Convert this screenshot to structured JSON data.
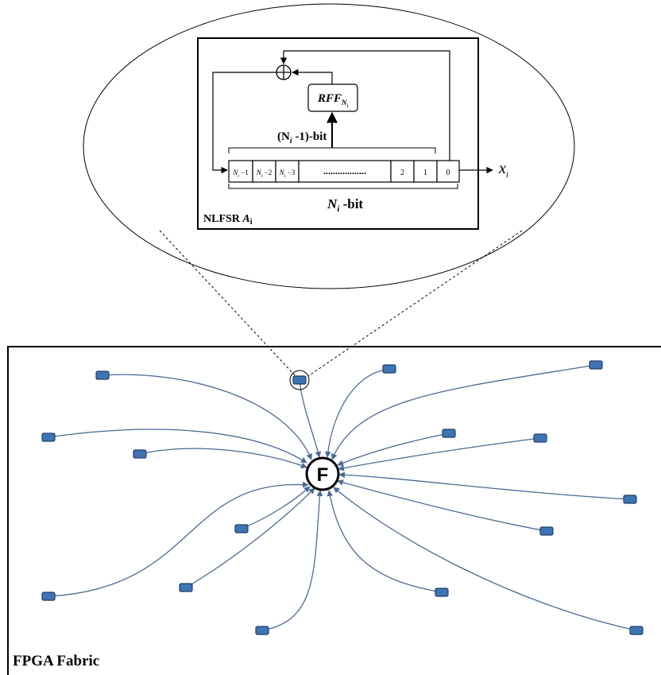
{
  "fabric": {
    "label": "FPGA Fabric",
    "combiner_label": "F",
    "wire_color": "#4a6a95",
    "node_fill": "#3f74b4",
    "node_stroke": "#1f3f66"
  },
  "nlfsr": {
    "title_prefix": "NLFSR ",
    "title_var": "A",
    "title_sub": "i",
    "rff_main": "RFF",
    "rff_sub": "N",
    "rff_subsub": "i",
    "upper_brace_label": "(N",
    "upper_brace_label_sub": "i",
    "upper_brace_label_suffix": " -1)-bit",
    "lower_brace_label": "N",
    "lower_brace_label_sub": "i",
    "lower_brace_label_suffix": " -bit",
    "output_var": "x",
    "output_sub": "i",
    "cells": [
      {
        "main": "N",
        "sub": "i",
        "suffix": " −1"
      },
      {
        "main": "N",
        "sub": "i",
        "suffix": " −2"
      },
      {
        "main": "N",
        "sub": "i",
        "suffix": " −3"
      },
      {
        "main": "..................",
        "sub": "",
        "suffix": ""
      },
      {
        "main": "2",
        "sub": "",
        "suffix": ""
      },
      {
        "main": "1",
        "sub": "",
        "suffix": ""
      },
      {
        "main": "0",
        "sub": "",
        "suffix": ""
      }
    ],
    "xor_symbol": "⊕"
  }
}
